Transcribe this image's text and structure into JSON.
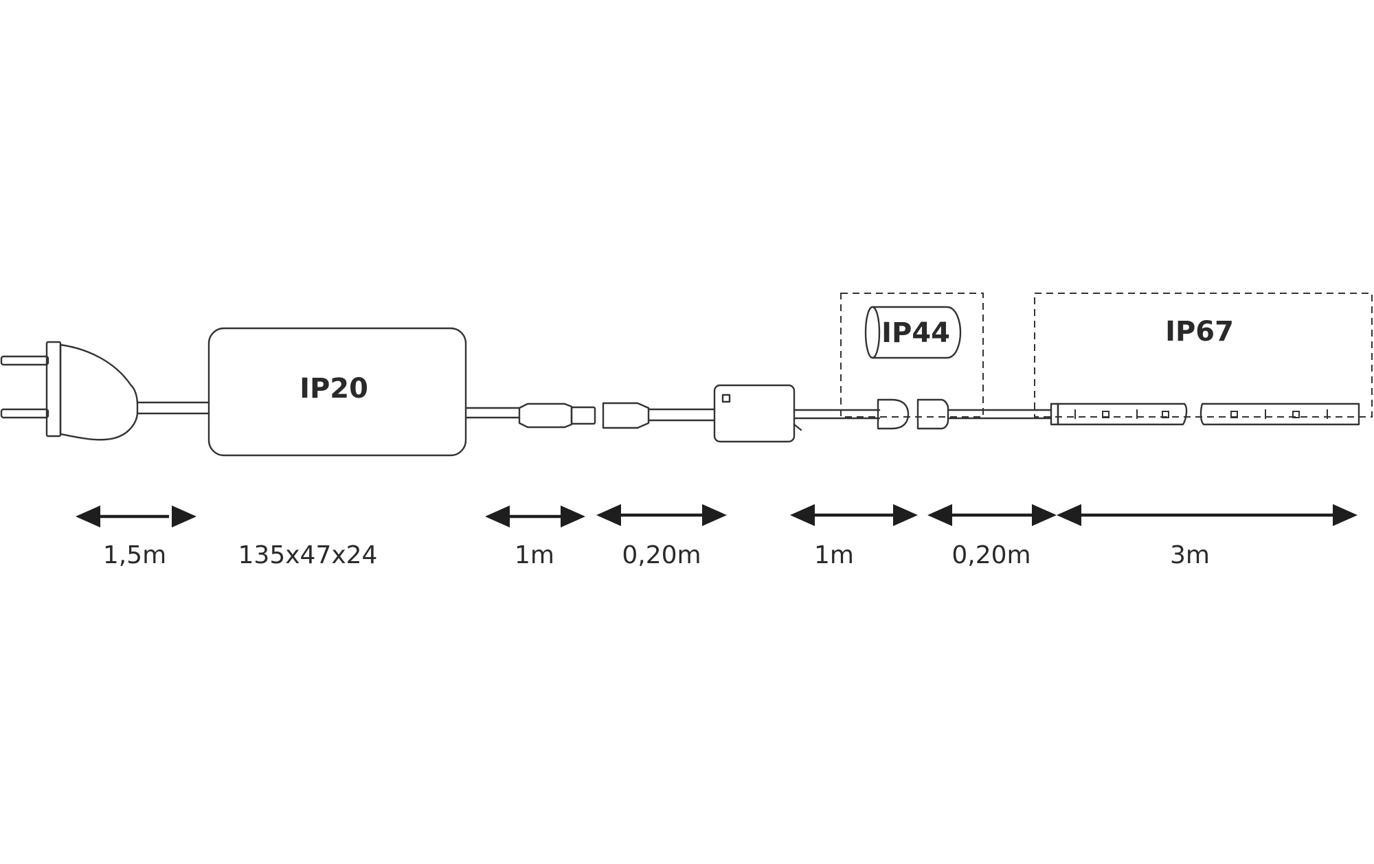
{
  "protection": {
    "power_supply": "IP20",
    "connector": "IP44",
    "strip": "IP67"
  },
  "dimensions": [
    {
      "id": "plug-cable",
      "label": "1,5m"
    },
    {
      "id": "supply-size",
      "label": "135x47x24"
    },
    {
      "id": "supply-cable",
      "label": "1m"
    },
    {
      "id": "adapter-cable",
      "label": "0,20m"
    },
    {
      "id": "controller-cable",
      "label": "1m"
    },
    {
      "id": "feed-cable",
      "label": "0,20m"
    },
    {
      "id": "strip-length",
      "label": "3m"
    }
  ],
  "colors": {
    "line": "#333333",
    "arrow": "#1e1e1e",
    "text": "#2a2a2a"
  }
}
